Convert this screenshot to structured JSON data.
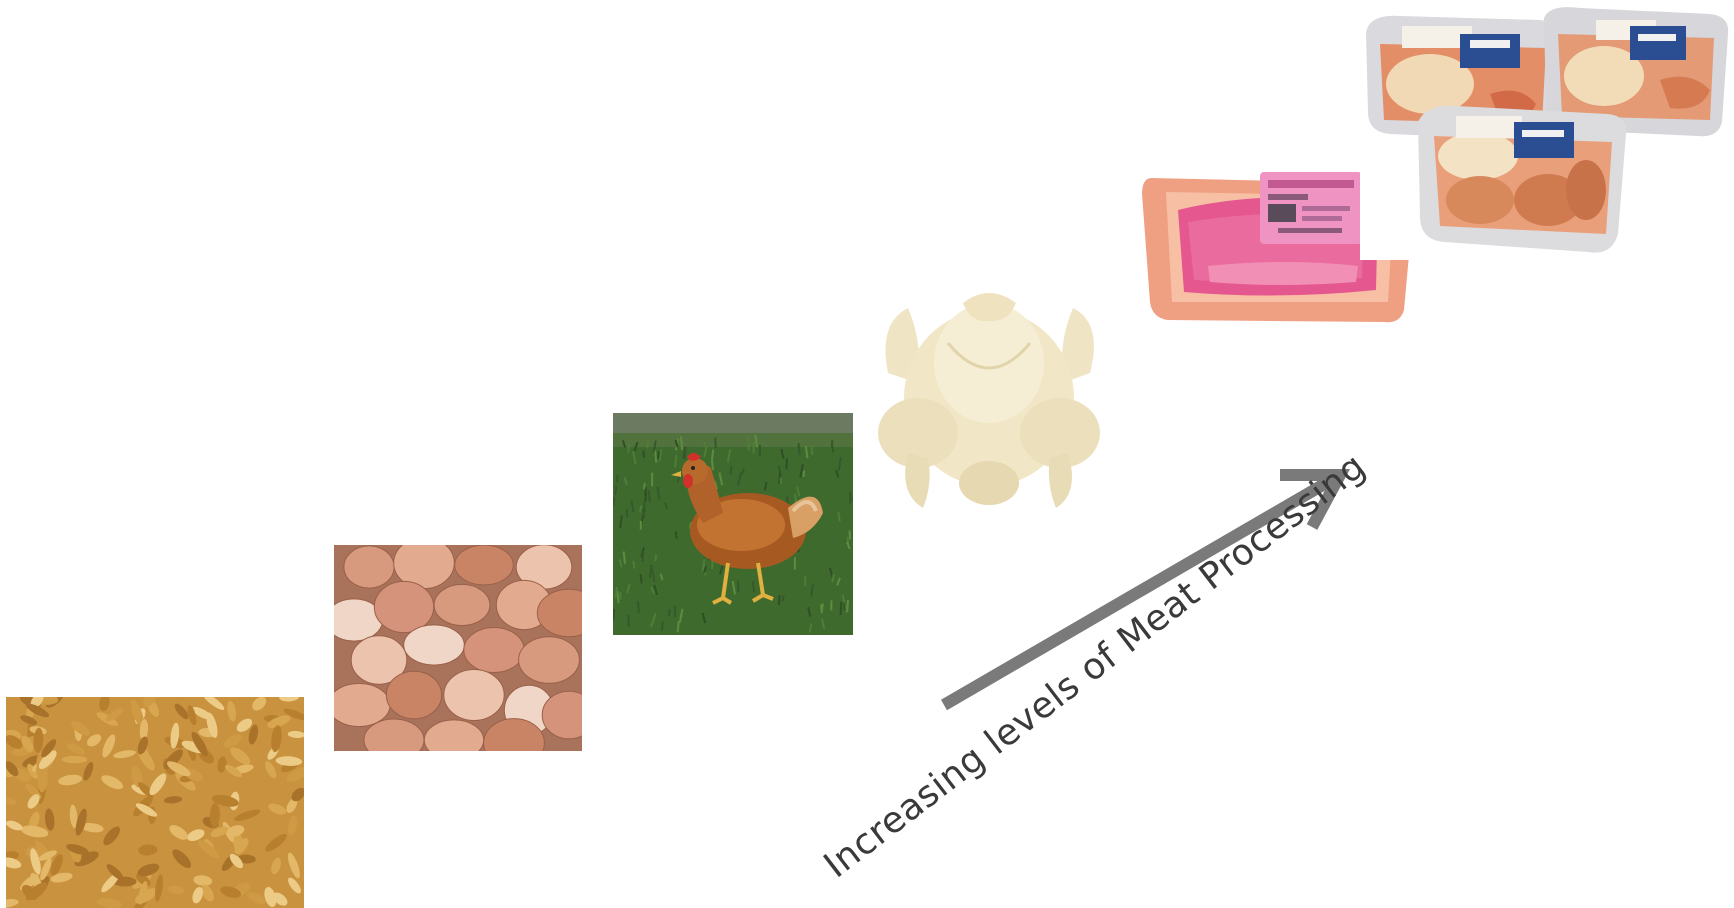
{
  "caption": "Increasing levels of Meat Processing",
  "stages": [
    {
      "name": "grain",
      "icon": "grain-photo"
    },
    {
      "name": "eggs",
      "icon": "eggs-photo"
    },
    {
      "name": "live-chicken",
      "icon": "chicken-photo"
    },
    {
      "name": "whole-carcass",
      "icon": "carcass-photo"
    },
    {
      "name": "packaged-fillet",
      "icon": "tray-photo"
    },
    {
      "name": "processed-packs",
      "icon": "packs-photo"
    }
  ],
  "colors": {
    "arrow": "#7a7a7a",
    "caption": "#3a3a3a",
    "background": "#ffffff"
  }
}
